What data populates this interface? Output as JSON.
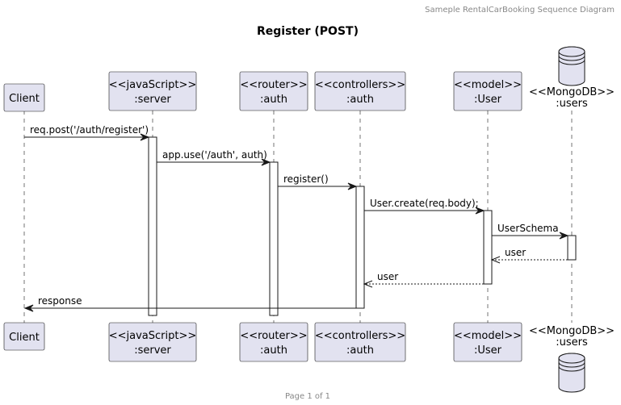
{
  "header": "Sameple RentalCarBooking Sequence Diagram",
  "title": "Register (POST)",
  "footer": "Page 1 of 1",
  "participants": [
    {
      "id": "client",
      "lines": [
        "Client"
      ]
    },
    {
      "id": "server",
      "lines": [
        "<<javaScript>>",
        ":server"
      ]
    },
    {
      "id": "router",
      "lines": [
        "<<router>>",
        ":auth"
      ]
    },
    {
      "id": "controllers",
      "lines": [
        "<<controllers>>",
        ":auth"
      ]
    },
    {
      "id": "model",
      "lines": [
        "<<model>>",
        ":User"
      ]
    },
    {
      "id": "db",
      "lines": [
        "<<MongoDB>>",
        ":users"
      ]
    }
  ],
  "messages": [
    {
      "from": "client",
      "to": "server",
      "label": "req.post('/auth/register')",
      "kind": "call"
    },
    {
      "from": "server",
      "to": "router",
      "label": "app.use('/auth', auth)",
      "kind": "call"
    },
    {
      "from": "router",
      "to": "controllers",
      "label": "register()",
      "kind": "call"
    },
    {
      "from": "controllers",
      "to": "model",
      "label": "User.create(req.body);",
      "kind": "call"
    },
    {
      "from": "model",
      "to": "db",
      "label": "UserSchema",
      "kind": "call"
    },
    {
      "from": "db",
      "to": "model",
      "label": "user",
      "kind": "return"
    },
    {
      "from": "model",
      "to": "controllers",
      "label": "user",
      "kind": "return"
    },
    {
      "from": "controllers",
      "to": "client",
      "label": "response",
      "kind": "call"
    }
  ],
  "colors": {
    "participant_fill": "#E2E2F0",
    "stroke": "#181818",
    "header_text": "#888888"
  }
}
